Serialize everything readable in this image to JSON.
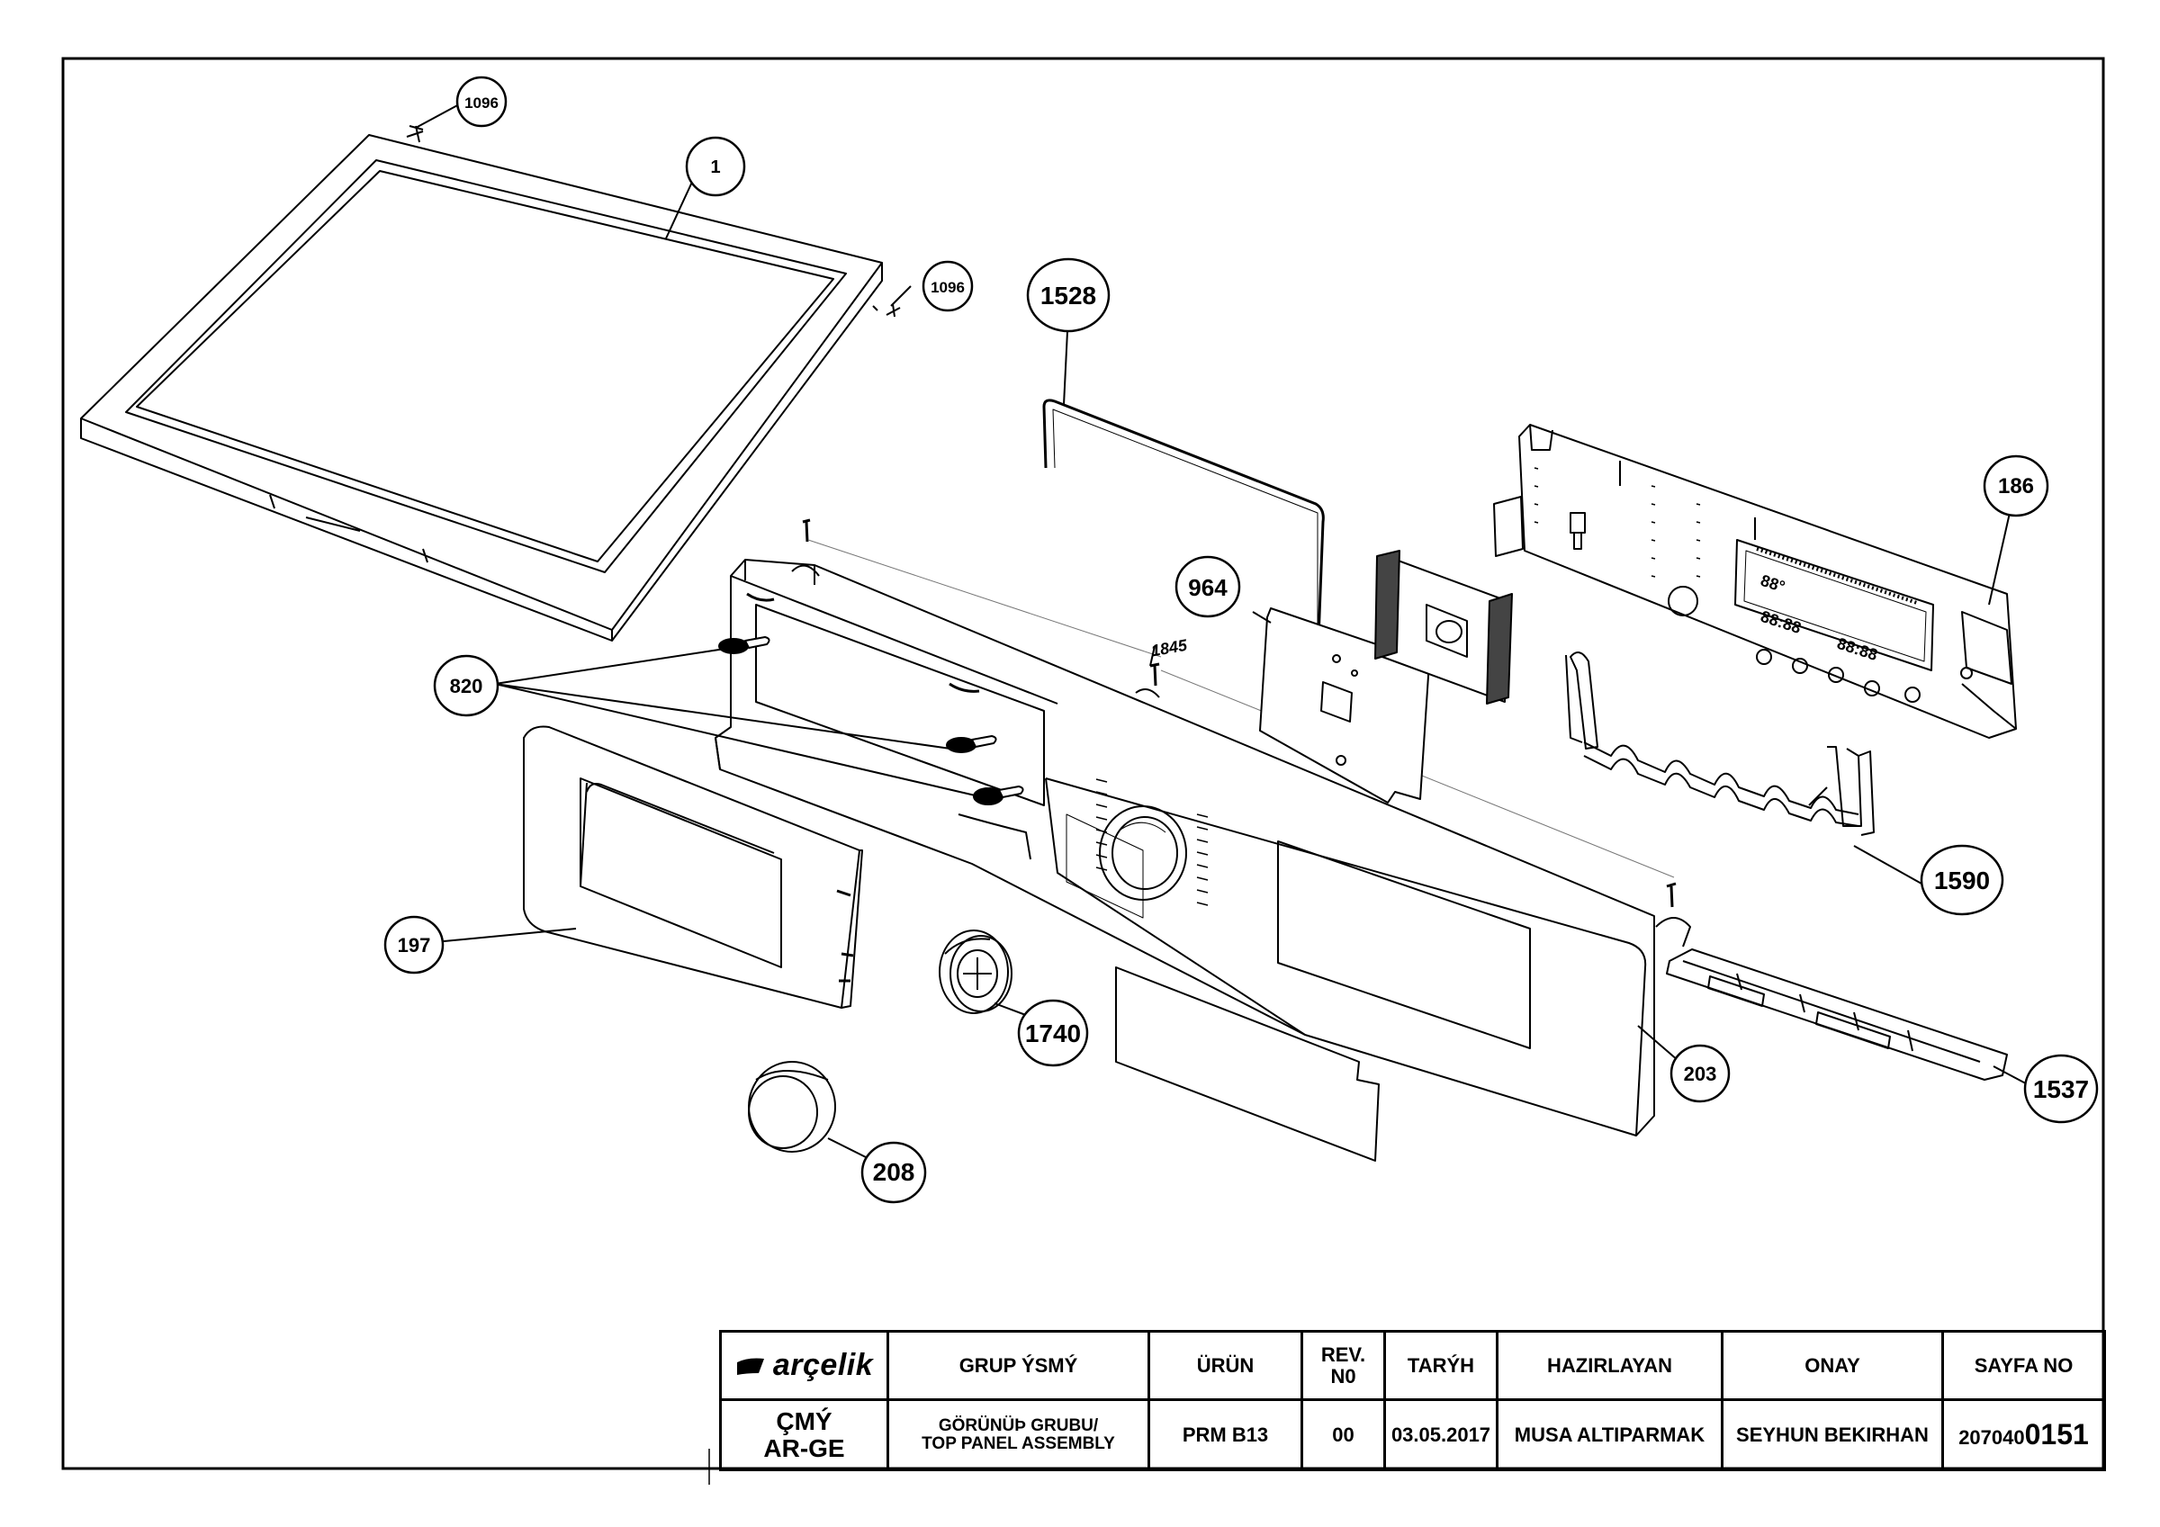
{
  "brand": {
    "name": "arçelik"
  },
  "callouts": [
    {
      "id": "c-1096-a",
      "label": "1096"
    },
    {
      "id": "c-1",
      "label": "1"
    },
    {
      "id": "c-1096-b",
      "label": "1096"
    },
    {
      "id": "c-1528",
      "label": "1528"
    },
    {
      "id": "c-186",
      "label": "186"
    },
    {
      "id": "c-964",
      "label": "964"
    },
    {
      "id": "c-1845",
      "label": "1845"
    },
    {
      "id": "c-820",
      "label": "820"
    },
    {
      "id": "c-1590",
      "label": "1590"
    },
    {
      "id": "c-197",
      "label": "197"
    },
    {
      "id": "c-1740",
      "label": "1740"
    },
    {
      "id": "c-203",
      "label": "203"
    },
    {
      "id": "c-1537",
      "label": "1537"
    },
    {
      "id": "c-208",
      "label": "208"
    }
  ],
  "display_glyphs": {
    "d1": "88°",
    "d2": "88:88",
    "d3": "88:88"
  },
  "title_block": {
    "headers": {
      "group": "GRUP ÝSMÝ",
      "product": "ÜRÜN",
      "rev_line1": "REV.",
      "rev_line2": "N0",
      "date": "TARÝH",
      "prepared": "HAZIRLAYAN",
      "approved": "ONAY",
      "page": "SAYFA NO"
    },
    "values": {
      "dept_line1": "ÇMÝ",
      "dept_line2": "AR-GE",
      "group_line1": "GÖRÜNÜÞ GRUBU/",
      "group_line2": "TOP PANEL ASSEMBLY",
      "product": "PRM B13",
      "rev": "00",
      "date": "03.05.2017",
      "prepared": "MUSA ALTIPARMAK",
      "approved": "SEYHUN BEKIRHAN",
      "page_prefix": "207040",
      "page_suffix": "0151"
    }
  }
}
